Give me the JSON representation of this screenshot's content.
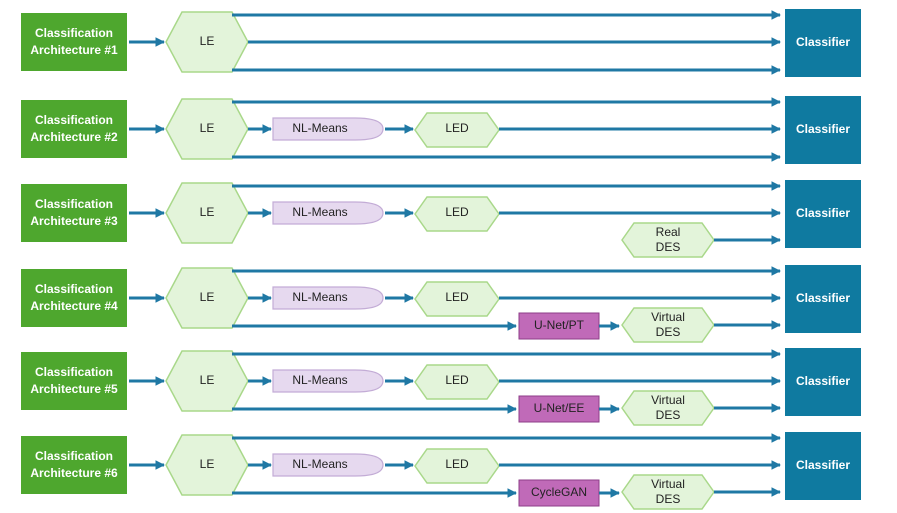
{
  "colors": {
    "arch_fill": "#4ea72e",
    "classifier_fill": "#0f7aa0",
    "arrow": "#1f78a4",
    "hex_fill": "#e3f4da",
    "hex_stroke": "#a9d88a",
    "nlmeans_fill": "#e6d9ef",
    "nlmeans_stroke": "#c3acd6",
    "gen_fill": "#c06ab8",
    "gen_stroke": "#8e3e88"
  },
  "rows": [
    {
      "arch_line1": "Classification",
      "arch_line2": "Architecture #1",
      "le": "LE",
      "nlmeans": null,
      "led": null,
      "generator": null,
      "des_line1": null,
      "des_line2": null,
      "classifier": "Classifier"
    },
    {
      "arch_line1": "Classification",
      "arch_line2": "Architecture #2",
      "le": "LE",
      "nlmeans": "NL-Means",
      "led": "LED",
      "generator": null,
      "des_line1": null,
      "des_line2": null,
      "classifier": "Classifier"
    },
    {
      "arch_line1": "Classification",
      "arch_line2": "Architecture #3",
      "le": "LE",
      "nlmeans": "NL-Means",
      "led": "LED",
      "generator": null,
      "des_line1": "Real",
      "des_line2": "DES",
      "classifier": "Classifier"
    },
    {
      "arch_line1": "Classification",
      "arch_line2": "Architecture #4",
      "le": "LE",
      "nlmeans": "NL-Means",
      "led": "LED",
      "generator": "U-Net/PT",
      "des_line1": "Virtual",
      "des_line2": "DES",
      "classifier": "Classifier"
    },
    {
      "arch_line1": "Classification",
      "arch_line2": "Architecture #5",
      "le": "LE",
      "nlmeans": "NL-Means",
      "led": "LED",
      "generator": "U-Net/EE",
      "des_line1": "Virtual",
      "des_line2": "DES",
      "classifier": "Classifier"
    },
    {
      "arch_line1": "Classification",
      "arch_line2": "Architecture #6",
      "le": "LE",
      "nlmeans": "NL-Means",
      "led": "LED",
      "generator": "CycleGAN",
      "des_line1": "Virtual",
      "des_line2": "DES",
      "classifier": "Classifier"
    }
  ]
}
